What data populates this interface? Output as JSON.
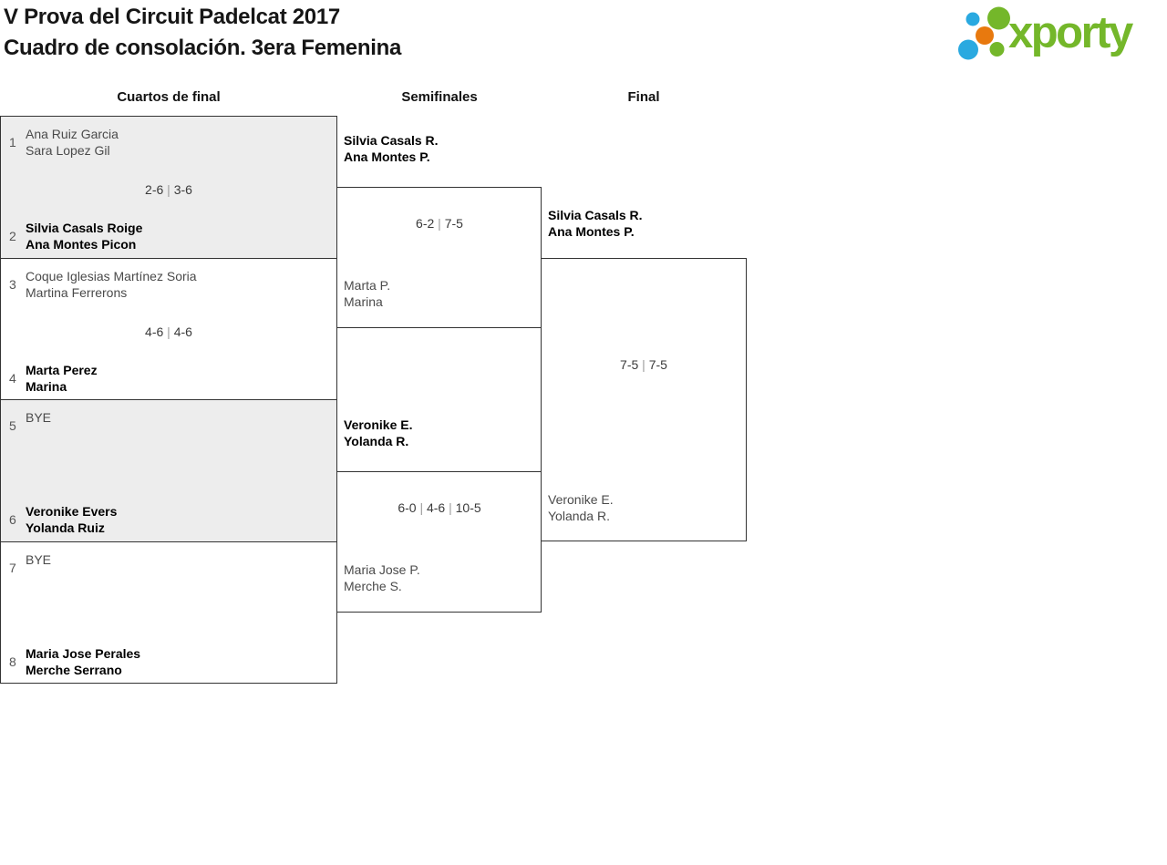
{
  "header": {
    "title_line1": "V Prova del Circuit Padelcat 2017",
    "title_line2": "Cuadro de consolación. 3era Femenina"
  },
  "logo": {
    "text": "xporty",
    "green": "#74b72a",
    "blue": "#2aa9e0",
    "orange": "#e8790e"
  },
  "round_headers": [
    {
      "label": "Cuartos de final"
    },
    {
      "label": "Semifinales"
    },
    {
      "label": "Final"
    }
  ],
  "rounds": {
    "quarterfinals": [
      {
        "seed_top": "1",
        "team_top": {
          "line1": "Ana Ruiz Garcia",
          "line2": "Sara Lopez Gil"
        },
        "score": "2-6 | 3-6",
        "winner": "bottom",
        "seed_bottom": "2",
        "team_bottom": {
          "line1": "Silvia Casals Roige",
          "line2": "Ana Montes Picon"
        }
      },
      {
        "seed_top": "3",
        "team_top": {
          "line1": "Coque Iglesias Martínez Soria",
          "line2": "Martina Ferrerons"
        },
        "score": "4-6 | 4-6",
        "winner": "bottom",
        "seed_bottom": "4",
        "team_bottom": {
          "line1": "Marta Perez",
          "line2": "Marina"
        }
      },
      {
        "seed_top": "5",
        "team_top": {
          "line1": "BYE",
          "line2": ""
        },
        "score": "",
        "winner": "bottom",
        "seed_bottom": "6",
        "team_bottom": {
          "line1": "Veronike Evers",
          "line2": "Yolanda Ruiz"
        }
      },
      {
        "seed_top": "7",
        "team_top": {
          "line1": "BYE",
          "line2": ""
        },
        "score": "",
        "winner": "bottom",
        "seed_bottom": "8",
        "team_bottom": {
          "line1": "Maria Jose Perales",
          "line2": "Merche Serrano"
        }
      }
    ],
    "semifinals": [
      {
        "team_top": {
          "line1": "Silvia Casals R.",
          "line2": "Ana Montes P."
        },
        "score": "6-2 | 7-5",
        "winner": "top",
        "team_bottom": {
          "line1": "Marta P.",
          "line2": "Marina"
        }
      },
      {
        "team_top": {
          "line1": "Veronike E.",
          "line2": "Yolanda R."
        },
        "score": "6-0 | 4-6 | 10-5",
        "winner": "top",
        "team_bottom": {
          "line1": "Maria Jose P.",
          "line2": "Merche S."
        }
      }
    ],
    "final": [
      {
        "team_top": {
          "line1": "Silvia Casals R.",
          "line2": "Ana Montes P."
        },
        "score": "7-5 | 7-5",
        "winner": "top",
        "team_bottom": {
          "line1": "Veronike E.",
          "line2": "Yolanda R."
        }
      }
    ]
  }
}
